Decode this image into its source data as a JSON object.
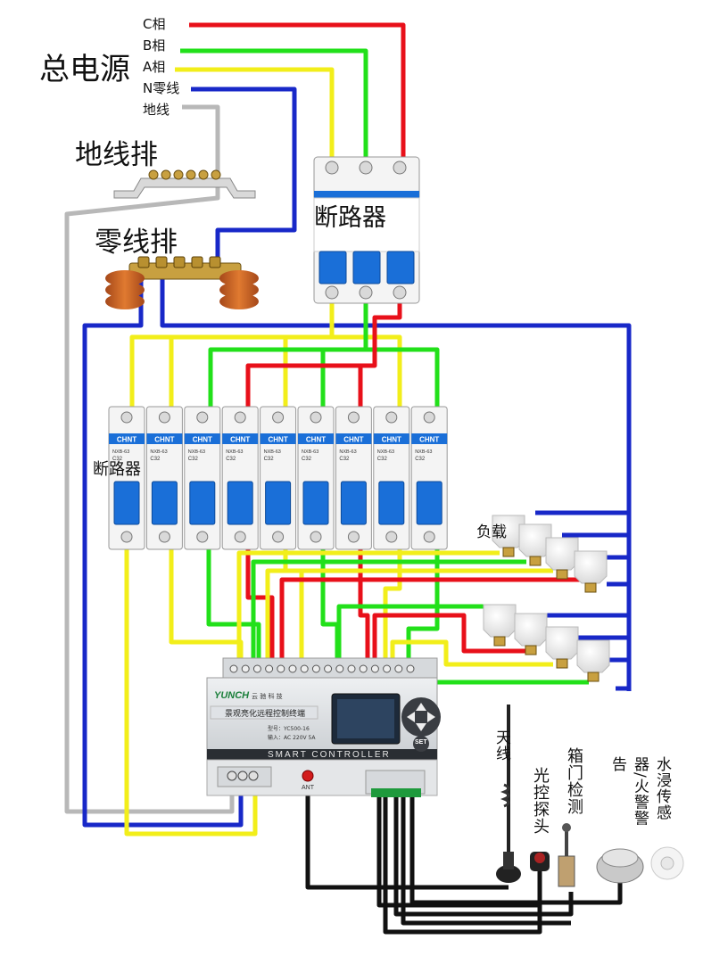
{
  "power": {
    "title": "总电源",
    "phase_c": "C相",
    "phase_b": "B相",
    "phase_a": "A相",
    "neutral": "N零线",
    "ground": "地线"
  },
  "ground_bar_label": "地线排",
  "neutral_bar_label": "零线排",
  "main_breaker_label": "断路器",
  "branch_breaker_label": "断路器",
  "load_label": "负载",
  "breaker": {
    "brand": "CHNT",
    "model": "NXB-63",
    "rating": "C32",
    "count": 9
  },
  "controller": {
    "brand": "YUNCH",
    "brand_sub": "云 驰 科 技",
    "name": "景观亮化远程控制终端",
    "spec1": "型号：YC500-16",
    "spec2": "输入：AC 220V  5A",
    "bottom_text": "SMART CONTROLLER",
    "set_button": "SET",
    "antenna_port": "ANT"
  },
  "peripherals": {
    "antenna": "天线",
    "light_sensor": "光控探头",
    "door_detect": "箱门检测",
    "water_fire": "水浸传感器/火警警告"
  },
  "colors": {
    "phase_c": "#e8101a",
    "phase_b": "#22e01a",
    "phase_a": "#f2ee1a",
    "neutral": "#1828c8",
    "ground": "#b8b8b8",
    "signal": "#111111",
    "breaker_blue": "#1a6fd8"
  }
}
